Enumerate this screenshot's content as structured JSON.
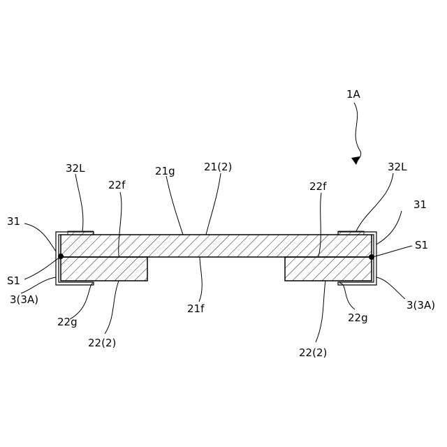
{
  "labels": {
    "assembly": "1A",
    "top_plate": "21(2)",
    "top_plate_top_surface": "21g",
    "top_plate_bottom_surface": "21f",
    "left_block_top_surface": "22f",
    "right_block_top_surface": "22f",
    "left_block_bottom_surface": "22g",
    "right_block_bottom_surface": "22g",
    "left_block": "22(2)",
    "right_block": "22(2)",
    "left_terminal_lip": "32L",
    "right_terminal_lip": "32L",
    "left_terminal_side": "31",
    "right_terminal_side": "31",
    "left_point": "S1",
    "right_point": "S1",
    "left_terminal": "3(3A)",
    "right_terminal": "3(3A)"
  },
  "colors": {
    "line": "#000000",
    "background": "#ffffff"
  }
}
